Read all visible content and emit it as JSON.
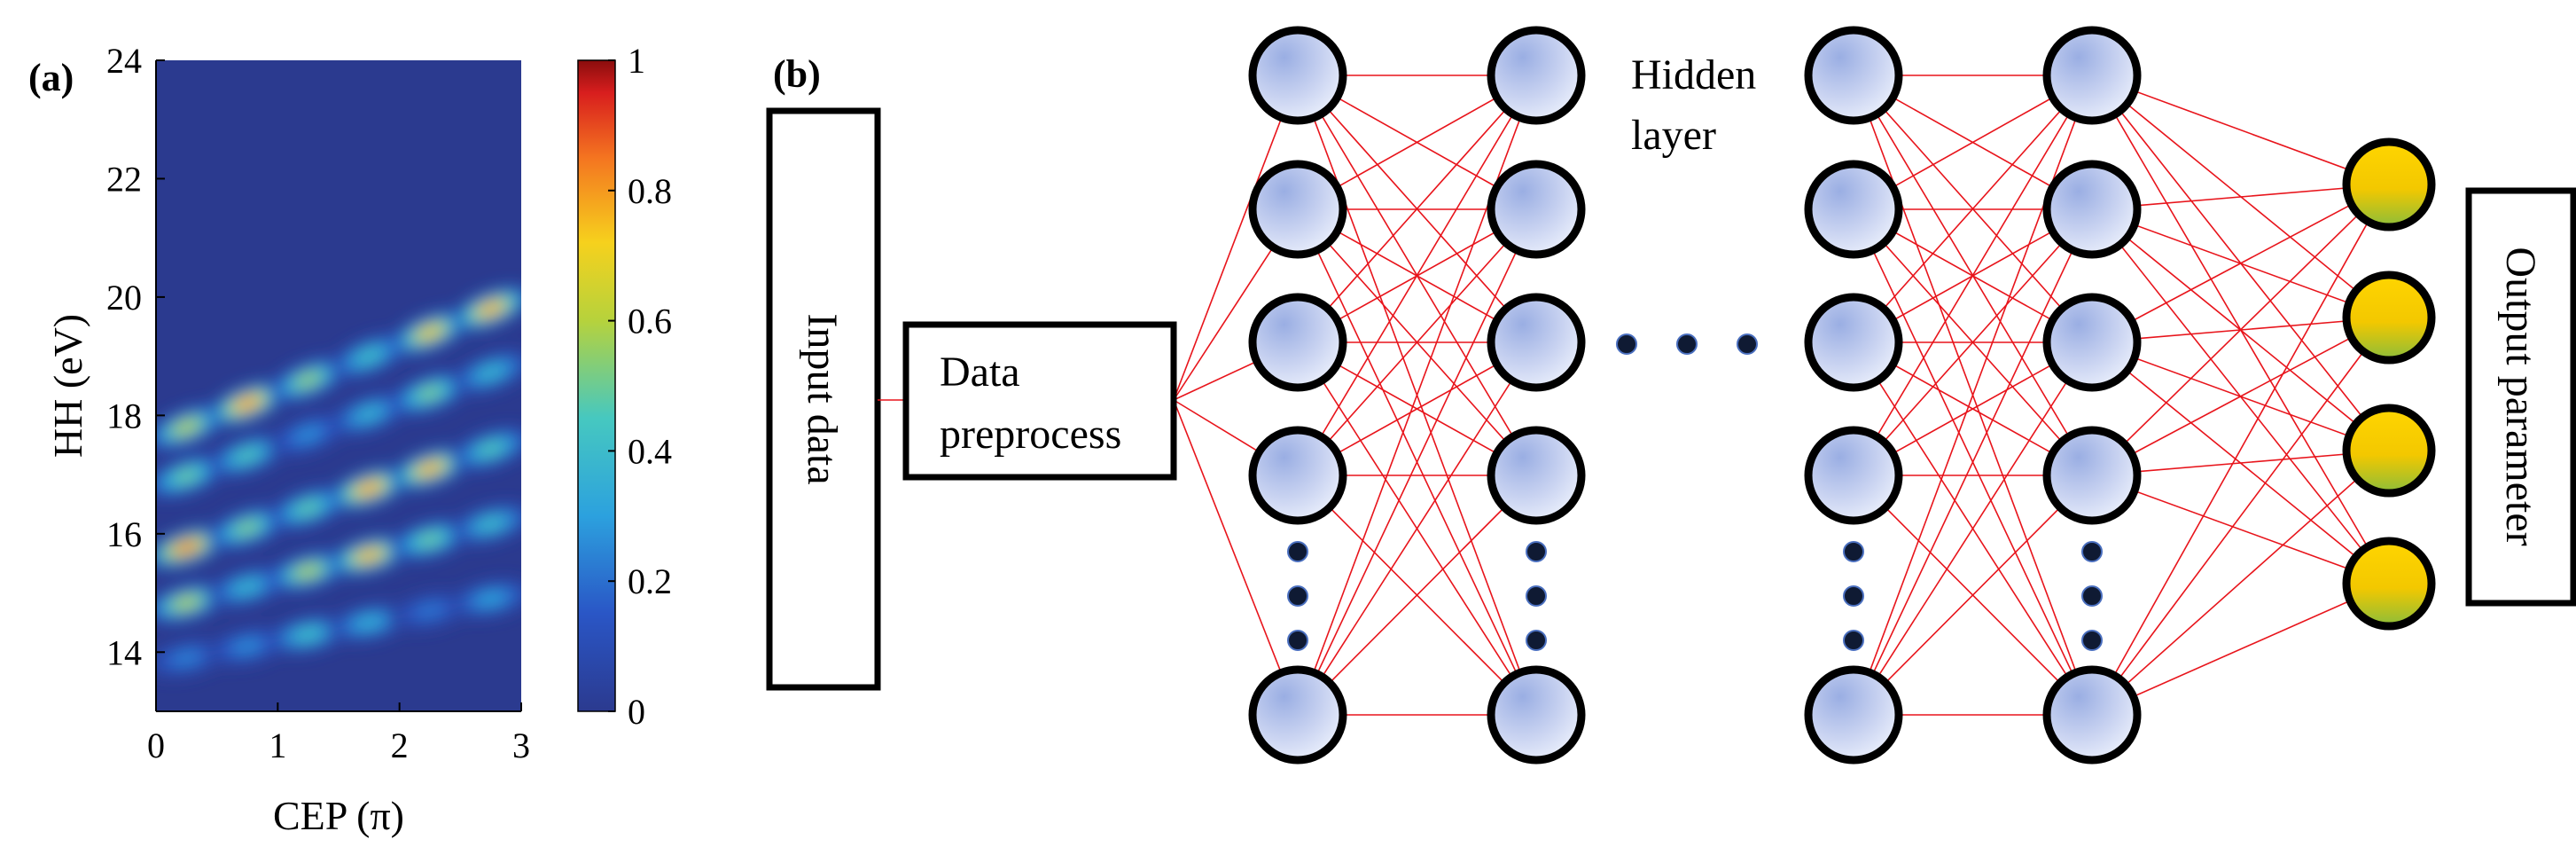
{
  "panel_a": {
    "label": "(a)",
    "xlabel": "CEP (π)",
    "ylabel": "HH (eV)",
    "xticks": [
      "0",
      "1",
      "2",
      "3"
    ],
    "yticks": [
      "14",
      "16",
      "18",
      "20",
      "22",
      "24"
    ],
    "colorbar_ticks": [
      "0",
      "0.2",
      "0.4",
      "0.6",
      "0.8",
      "1"
    ],
    "colormap": "jet",
    "background_color": "#2b3a8f"
  },
  "panel_b": {
    "label": "(b)",
    "input_box": "Input data",
    "preprocess_line1": "Data",
    "preprocess_line2": "preprocess",
    "hidden_line1": "Hidden",
    "hidden_line2": "layer",
    "output_box": "Output parameter",
    "connection_color": "#e8141b",
    "hidden_node_color": "#b8c6ec",
    "output_node_color": "#f2c200"
  },
  "chart_data": {
    "type": "heatmap",
    "title": "",
    "xlabel": "CEP (π)",
    "ylabel": "HH (eV)",
    "xlim": [
      0,
      3
    ],
    "ylim": [
      13,
      24
    ],
    "clim": [
      0,
      1
    ],
    "bands": [
      {
        "x_start": 0.0,
        "x_end": 3.0,
        "y_at_start": 17.6,
        "y_at_end": 20.0,
        "peak": 0.85
      },
      {
        "x_start": 0.0,
        "x_end": 3.0,
        "y_at_start": 16.8,
        "y_at_end": 18.9,
        "peak": 0.55
      },
      {
        "x_start": 0.0,
        "x_end": 3.0,
        "y_at_start": 15.6,
        "y_at_end": 17.6,
        "peak": 0.9
      },
      {
        "x_start": 0.0,
        "x_end": 3.0,
        "y_at_start": 14.7,
        "y_at_end": 16.3,
        "peak": 0.8
      },
      {
        "x_start": 0.0,
        "x_end": 3.0,
        "y_at_start": 13.8,
        "y_at_end": 15.0,
        "peak": 0.45
      }
    ]
  }
}
